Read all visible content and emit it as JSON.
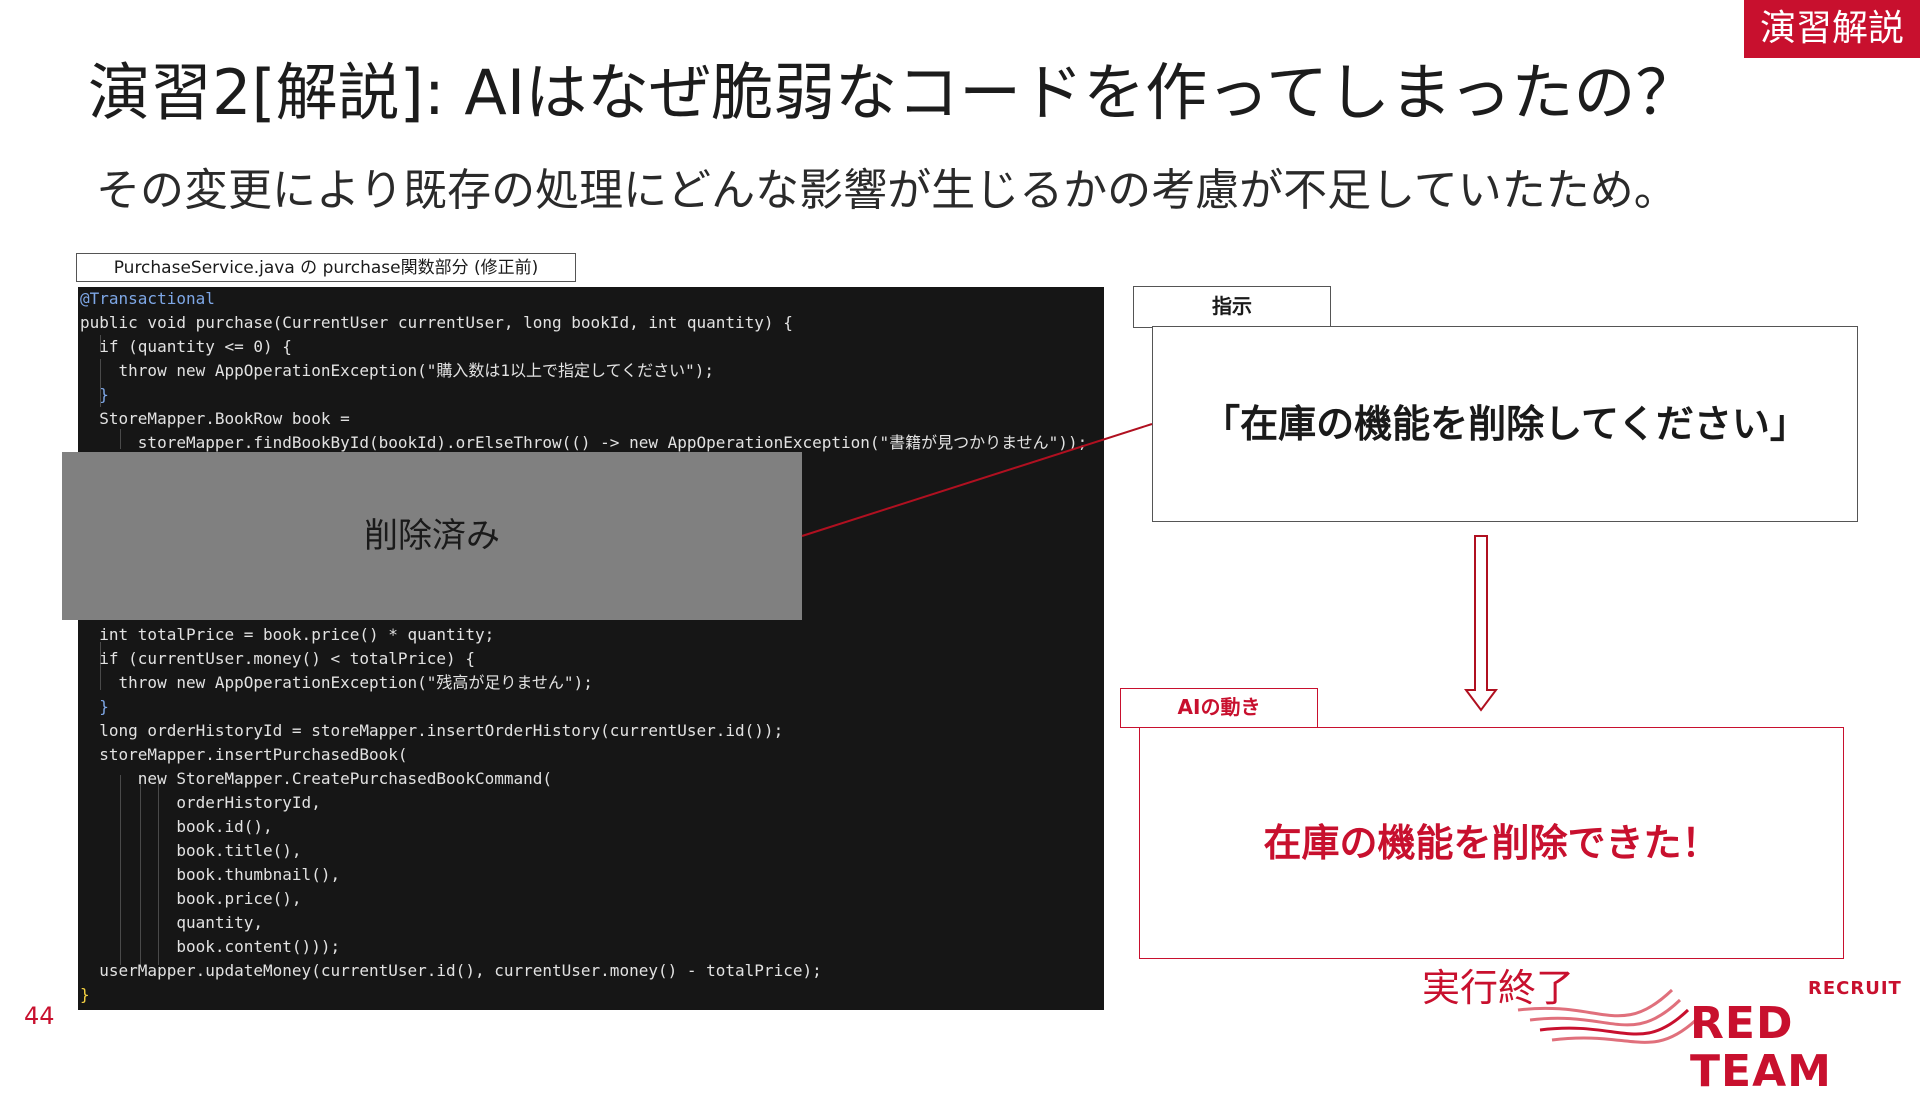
{
  "header": {
    "tag": "演習解説",
    "title": "演習2[解説]: AIはなぜ脆弱なコードを作ってしまったの？",
    "subtitle": "その変更により既存の処理にどんな影響が生じるかの考慮が不足していたため。"
  },
  "code_panel": {
    "file_label": "PurchaseService.java の purchase関数部分 (修正前)",
    "deleted_label": "削除済み",
    "lines": [
      {
        "text": "@Transactional"
      },
      {
        "text": "public void purchase(CurrentUser currentUser, long bookId, int quantity) {"
      },
      {
        "text": "  if (quantity <= 0) {"
      },
      {
        "text": "    throw new AppOperationException(\"購入数は1以上で指定してください\");"
      },
      {
        "text": "  }"
      },
      {
        "text": "  StoreMapper.BookRow book ="
      },
      {
        "text": "      storeMapper.findBookById(bookId).orElseThrow(() -> new AppOperationException(\"書籍が見つかりません\"));"
      },
      {
        "text": "  int totalPrice = book.price() * quantity;"
      },
      {
        "text": "  if (currentUser.money() < totalPrice) {"
      },
      {
        "text": "    throw new AppOperationException(\"残高が足りません\");"
      },
      {
        "text": "  }"
      },
      {
        "text": "  long orderHistoryId = storeMapper.insertOrderHistory(currentUser.id());"
      },
      {
        "text": "  storeMapper.insertPurchasedBook("
      },
      {
        "text": "      new StoreMapper.CreatePurchasedBookCommand("
      },
      {
        "text": "          orderHistoryId,"
      },
      {
        "text": "          book.id(),"
      },
      {
        "text": "          book.title(),"
      },
      {
        "text": "          book.thumbnail(),"
      },
      {
        "text": "          book.price(),"
      },
      {
        "text": "          quantity,"
      },
      {
        "text": "          book.content()));"
      },
      {
        "text": "  userMapper.updateMoney(currentUser.id(), currentUser.money() - totalPrice);"
      },
      {
        "text": "}"
      }
    ]
  },
  "instruction": {
    "label": "指示",
    "text": "「在庫の機能を削除してください」"
  },
  "ai_action": {
    "label": "AIの動き",
    "text": "在庫の機能を削除できた！"
  },
  "status": "実行終了",
  "page_number": "44",
  "logo": {
    "top": "RECRUIT",
    "main": "RED TEAM"
  },
  "colors": {
    "accent": "#c8102e",
    "code_background": "#161616"
  }
}
